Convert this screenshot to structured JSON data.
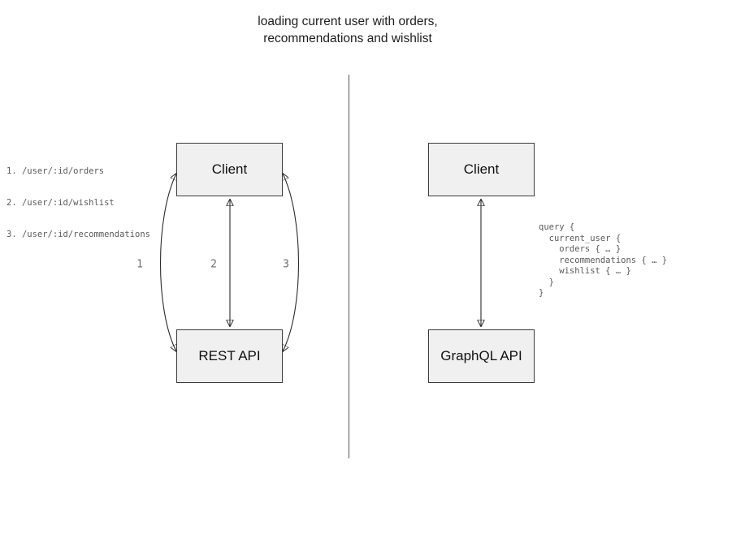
{
  "title": {
    "line1": "loading current user with orders,",
    "line2": "recommendations and wishlist"
  },
  "left_panel": {
    "endpoints": [
      "1. /user/:id/orders",
      "2. /user/:id/wishlist",
      "3. /user/:id/recommendations"
    ],
    "client_label": "Client",
    "api_label": "REST API",
    "arrow_labels": [
      "1",
      "2",
      "3"
    ]
  },
  "right_panel": {
    "client_label": "Client",
    "api_label": "GraphQL API",
    "query": "query {\n  current_user {\n    orders { … }\n    recommendations { … }\n    wishlist { … }\n  }\n}"
  },
  "colors": {
    "box_fill": "#f0f0f0",
    "box_border": "#3c3c3c",
    "arrow": "#2b2b2b",
    "muted_text": "#5a5a5a",
    "divider": "#555555"
  }
}
